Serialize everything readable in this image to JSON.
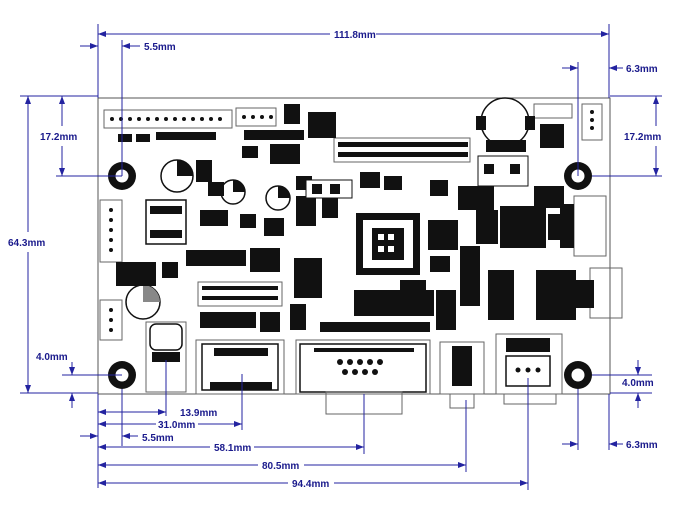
{
  "dimensions": {
    "overall_width": "111.8mm",
    "top_hole_offset_left": "5.5mm",
    "top_hole_offset_right": "6.3mm",
    "overall_height": "64.3mm",
    "top_hole_offset_top_left": "17.2mm",
    "top_hole_offset_top_right": "17.2mm",
    "bottom_hole_offset_left": "4.0mm",
    "bottom_hole_offset_right": "4.0mm",
    "dc_jack_center": "13.9mm",
    "hdmi_center": "31.0mm",
    "bottom_hole_offset_left_x": "5.5mm",
    "vga_center": "58.1mm",
    "audio_center": "80.5mm",
    "usb_center": "94.4mm",
    "bottom_hole_offset_right_x": "6.3mm"
  },
  "colors": {
    "dimension": "#1a1a8c",
    "component": "#111111"
  }
}
